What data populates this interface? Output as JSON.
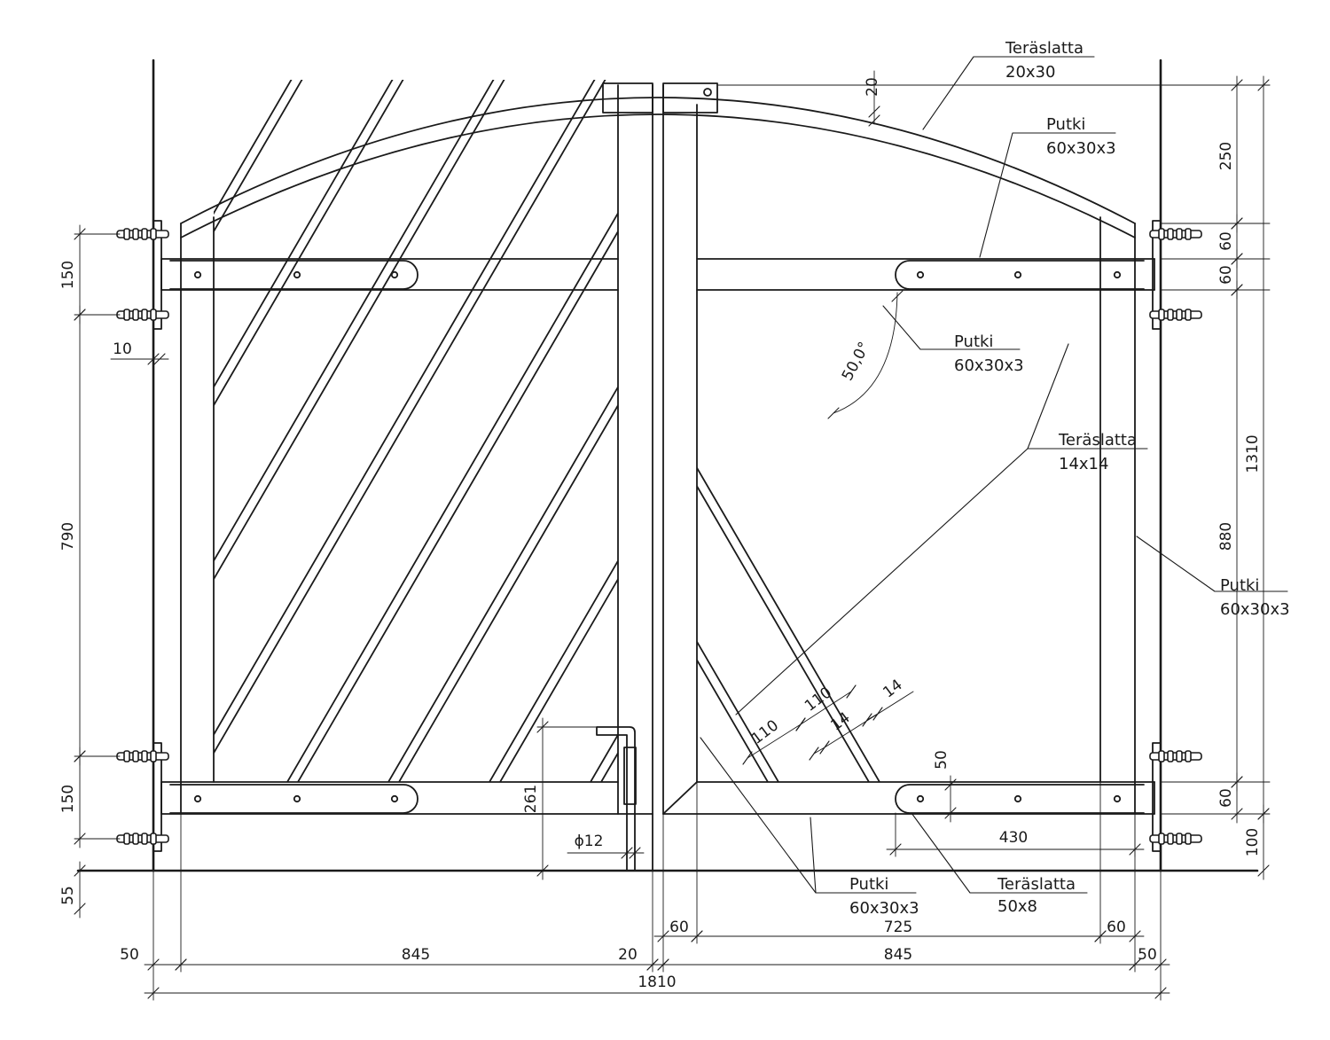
{
  "labels": {
    "top_bar": {
      "name": "Teräslatta",
      "size": "20x30"
    },
    "arch_tube": {
      "name": "Putki",
      "size": "60x30x3"
    },
    "inner_tube": {
      "name": "Putki",
      "size": "60x30x3"
    },
    "slat": {
      "name": "Teräslatta",
      "size": "14x14"
    },
    "right_tube": {
      "name": "Putki",
      "size": "60x30x3"
    },
    "bottom_tube": {
      "name": "Putki",
      "size": "60x30x3"
    },
    "hinge_strap": {
      "name": "Teräslatta",
      "size": "50x8"
    }
  },
  "dimensions": {
    "top_gap": "20",
    "angle": "50,0°",
    "left_150_top": "150",
    "left_10": "10",
    "left_790": "790",
    "left_150_bottom": "150",
    "left_55": "55",
    "right_250": "250",
    "right_60_a": "60",
    "right_60_b": "60",
    "right_1310": "1310",
    "right_880": "880",
    "right_60_c": "60",
    "right_100": "100",
    "slat_110_a": "110",
    "slat_110_b": "110",
    "slat_14_a": "14",
    "slat_14_b": "14",
    "strap_50": "50",
    "strap_430": "430",
    "latch_261": "261",
    "latch_dia": "ϕ12",
    "bottom_60_left": "60",
    "bottom_725": "725",
    "bottom_60_right": "60",
    "bottom_50_left": "50",
    "bottom_845_left": "845",
    "bottom_20": "20",
    "bottom_845_right": "845",
    "bottom_50_right": "50",
    "bottom_1810": "1810"
  }
}
